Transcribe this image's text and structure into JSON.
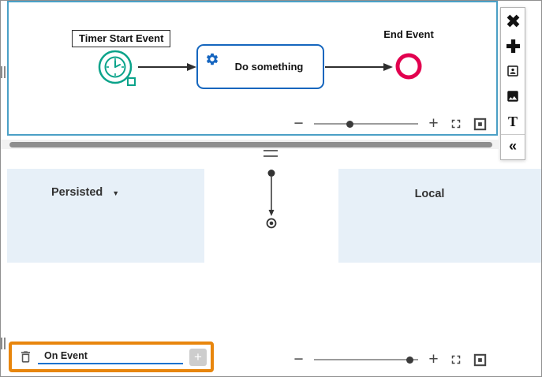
{
  "colors": {
    "canvas_border": "#4BA0C6",
    "event_green": "#0BA38A",
    "task_border_blue": "#1566BE",
    "gear_blue": "#1565C0",
    "end_event_red": "#E2004F",
    "panel_light_blue": "#E7F0F8",
    "highlight_orange": "#E8860D",
    "input_underline_blue": "#1973D0"
  },
  "diagram": {
    "timer_start_label": "Timer Start Event",
    "task_label": "Do something",
    "end_event_label": "End Event"
  },
  "palette": {
    "items": [
      {
        "name": "delete-x"
      },
      {
        "name": "add-plus"
      },
      {
        "name": "portrait"
      },
      {
        "name": "image"
      },
      {
        "name": "text-tool",
        "label": "T"
      },
      {
        "name": "collapse-panel",
        "label": "«"
      }
    ]
  },
  "variables_panel": {
    "persisted_label": "Persisted",
    "persisted_caret": "▼",
    "local_label": "Local"
  },
  "event_editor": {
    "input_value": "On Event",
    "add_button_glyph": "+"
  },
  "zoom_controls": {
    "minus_glyph": "−",
    "plus_glyph": "+",
    "top_slider_position_pct": 34,
    "bottom_slider_position_pct": 92
  }
}
